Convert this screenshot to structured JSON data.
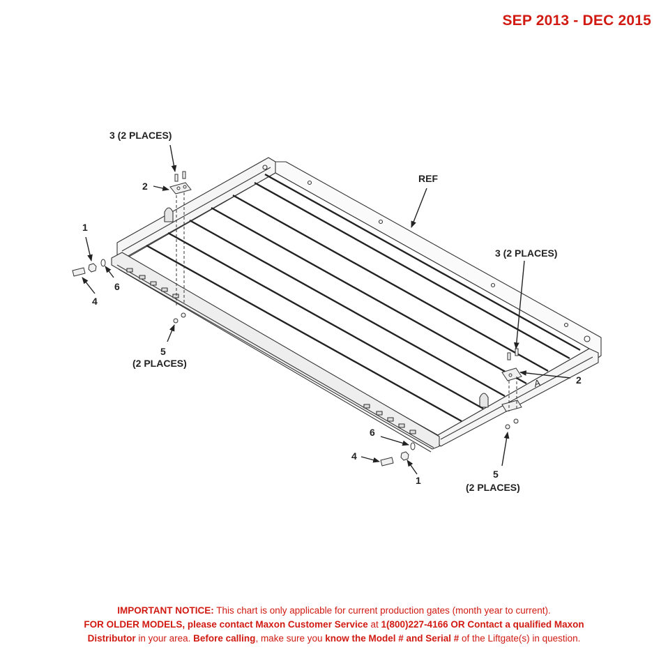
{
  "header": {
    "date_range": "SEP 2013 - DEC 2015"
  },
  "callouts": {
    "c3_top": "3 (2 PLACES)",
    "c2_top": "2",
    "c1_left": "1",
    "c6_left": "6",
    "c4_left": "4",
    "c5_left_num": "5",
    "c5_left_places": "(2 PLACES)",
    "ref": "REF",
    "c3_right": "3 (2 PLACES)",
    "c2_right": "2",
    "c6_bottom": "6",
    "c4_bottom": "4",
    "c1_bottom": "1",
    "c5_right_num": "5",
    "c5_right_places": "(2 PLACES)",
    "letter_a": "A"
  },
  "notice": {
    "l1_bold": "IMPORTANT NOTICE:",
    "l1_text": " This chart is only applicable for current production gates (month year to current).",
    "l2_bold1": "FOR OLDER MODELS, please contact Maxon Customer Service",
    "l2_text1": " at ",
    "l2_bold2": "1(800)227-4166 OR Contact a qualified Maxon",
    "l3_bold1": "Distributor",
    "l3_text1": " in your area. ",
    "l3_bold2": "Before calling",
    "l3_text2": ", make sure you ",
    "l3_bold3": "know the Model # and Serial #",
    "l3_text3": " of the Liftgate(s) in question."
  }
}
